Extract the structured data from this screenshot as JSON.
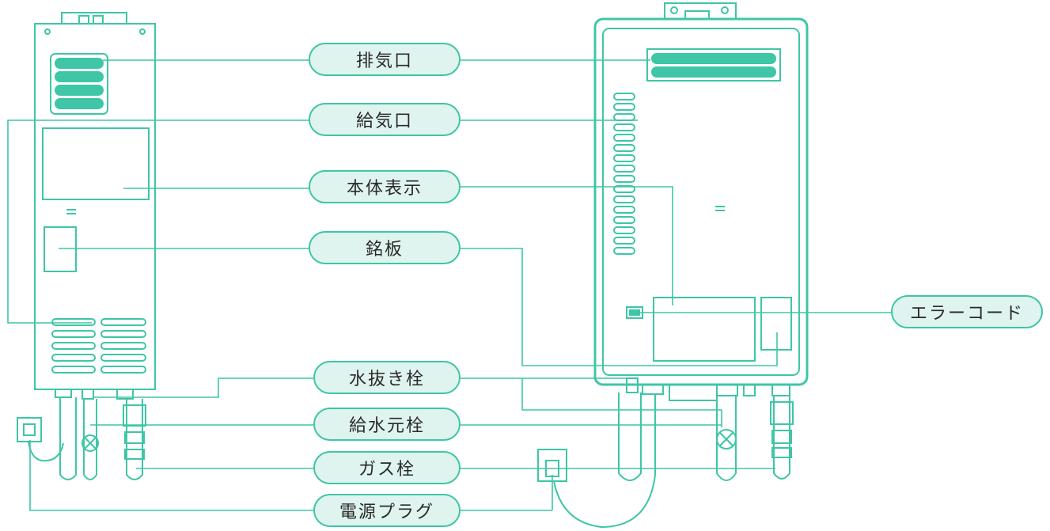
{
  "labels": {
    "exhaust": "排気口",
    "intake": "給気口",
    "display": "本体表示",
    "nameplate": "銘板",
    "drain_plug": "水抜き栓",
    "water_valve": "給水元栓",
    "gas_valve": "ガス栓",
    "power_plug": "電源プラグ",
    "error_code": "エラーコード"
  },
  "colors": {
    "line": "#3ec6a6",
    "pill_fill": "#dff4ee",
    "body_fill": "#ffffff",
    "text": "#2a2a2a"
  }
}
